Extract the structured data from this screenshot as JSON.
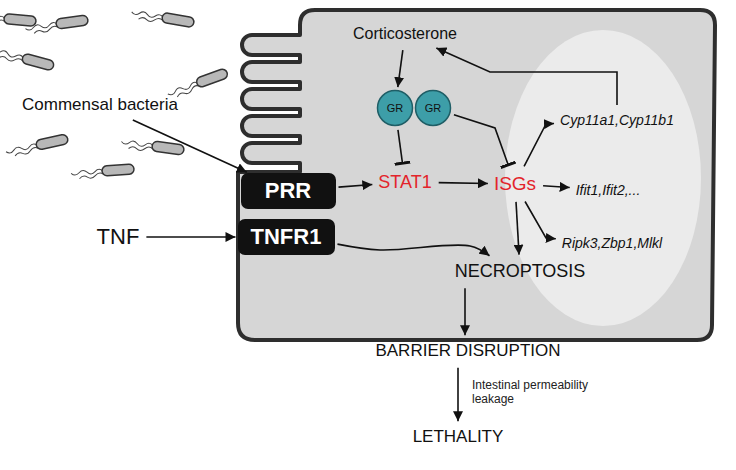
{
  "diagram": {
    "nodes": [
      {
        "text": [
          "Commensal bacteria"
        ]
      },
      {
        "text": [
          "TNF"
        ]
      },
      {
        "text": [
          "PRR"
        ]
      },
      {
        "text": [
          "TNFR1"
        ]
      },
      {
        "text": [
          "Corticosterone"
        ]
      },
      {
        "text": [
          "GR"
        ]
      },
      {
        "text": [
          "GR"
        ]
      },
      {
        "text": [
          "STAT1"
        ]
      },
      {
        "text": [
          "ISGs"
        ]
      },
      {
        "text": [
          "Cyp11a1,Cyp11b1"
        ]
      },
      {
        "text": [
          "Ifit1,Ifit2,..."
        ]
      },
      {
        "text": [
          "Ripk3,Zbp1,Mlkl"
        ]
      },
      {
        "text": [
          "NECROPTOSIS"
        ]
      },
      {
        "text": [
          "BARRIER DISRUPTION"
        ]
      },
      {
        "text": [
          "LETHALITY"
        ]
      }
    ],
    "edges": [
      {
        "from": 0,
        "to": 2,
        "arrow": "to"
      },
      {
        "from": 1,
        "to": 3,
        "arrow": "to"
      },
      {
        "from": 2,
        "to": 7,
        "arrow": "to"
      },
      {
        "from": 7,
        "to": 8,
        "arrow": "to"
      },
      {
        "from": 4,
        "to": 5,
        "arrow": "to"
      },
      {
        "from": 5,
        "to": 7,
        "arrow": "to"
      },
      {
        "from": 6,
        "to": 8,
        "arrow": "to"
      },
      {
        "from": 8,
        "to": 9,
        "arrow": "to"
      },
      {
        "from": 8,
        "to": 10,
        "arrow": "to"
      },
      {
        "from": 8,
        "to": 11,
        "arrow": "to"
      },
      {
        "from": 9,
        "to": 4,
        "arrow": "to"
      },
      {
        "from": 3,
        "to": 12,
        "arrow": "to"
      },
      {
        "from": 8,
        "to": 12,
        "arrow": "to"
      },
      {
        "from": 12,
        "to": 13,
        "arrow": "to"
      },
      {
        "from": 13,
        "to": 14,
        "label": "Intestinal permeability leakage",
        "arrow": "to"
      }
    ]
  }
}
